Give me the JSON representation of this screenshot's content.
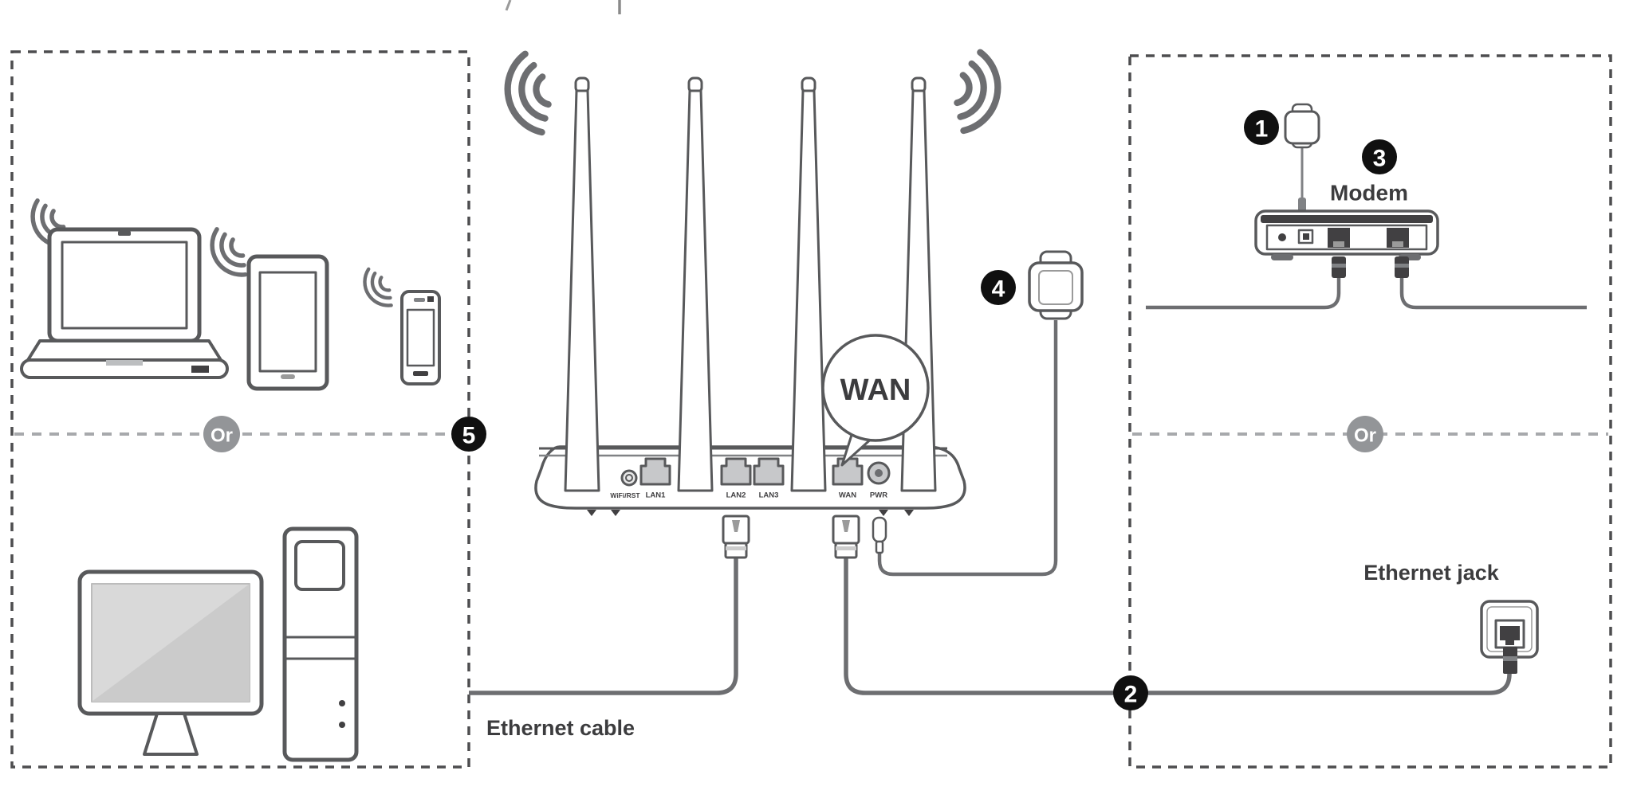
{
  "palette": {
    "line": "#58595b",
    "line_soft": "#808285",
    "divider_gray": "#a7a9ac",
    "port_fill": "#c7c8ca",
    "dark_fill": "#414042",
    "badge_black": "#101010",
    "badge_or_gray": "#939598",
    "label_text": "#3c3c3e",
    "screen_gray": "#d9d9d9",
    "background": "#ffffff"
  },
  "badges": {
    "step1": "1",
    "step2": "2",
    "step3": "3",
    "step4": "4",
    "step5": "5",
    "or_left": "Or",
    "or_right": "Or"
  },
  "labels": {
    "wan_bubble": "WAN",
    "modem": "Modem",
    "ethernet_jack": "Ethernet jack",
    "ethernet_cable": "Ethernet cable"
  },
  "router": {
    "ports": [
      {
        "label": "WiFi/RST"
      },
      {
        "label": "LAN1"
      },
      {
        "label": "LAN2"
      },
      {
        "label": "LAN3"
      },
      {
        "label": "WAN"
      },
      {
        "label": "PWR"
      }
    ]
  }
}
